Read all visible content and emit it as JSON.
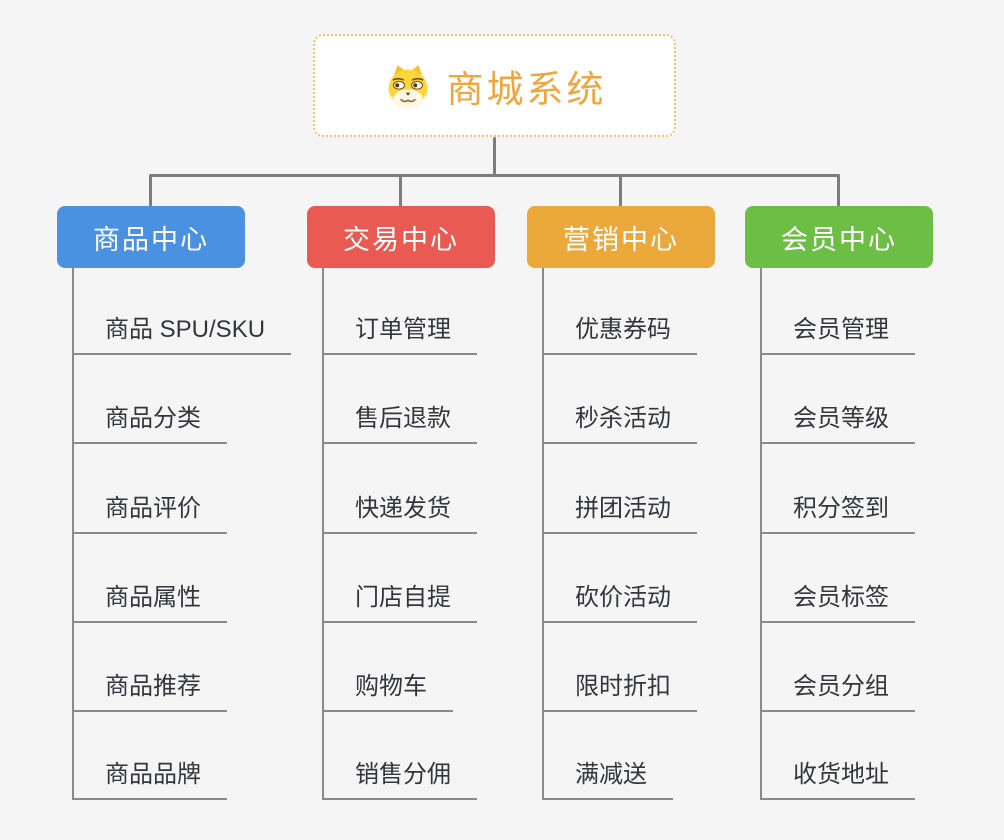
{
  "root": {
    "title": "商城系统",
    "icon": "dog-face-icon",
    "accent_color": "#f0a63e",
    "border_color": "#f2c171"
  },
  "connector_color": "#7d7d7d",
  "branch_line_color": "#8a8a8a",
  "branches": [
    {
      "label": "商品中心",
      "color": "#4b91e2",
      "items": [
        "商品 SPU/SKU",
        "商品分类",
        "商品评价",
        "商品属性",
        "商品推荐",
        "商品品牌"
      ]
    },
    {
      "label": "交易中心",
      "color": "#e85a52",
      "items": [
        "订单管理",
        "售后退款",
        "快递发货",
        "门店自提",
        "购物车",
        "销售分佣"
      ]
    },
    {
      "label": "营销中心",
      "color": "#eba83b",
      "items": [
        "优惠券码",
        "秒杀活动",
        "拼团活动",
        "砍价活动",
        "限时折扣",
        "满减送"
      ]
    },
    {
      "label": "会员中心",
      "color": "#6dbe45",
      "items": [
        "会员管理",
        "会员等级",
        "积分签到",
        "会员标签",
        "会员分组",
        "收货地址"
      ]
    }
  ]
}
